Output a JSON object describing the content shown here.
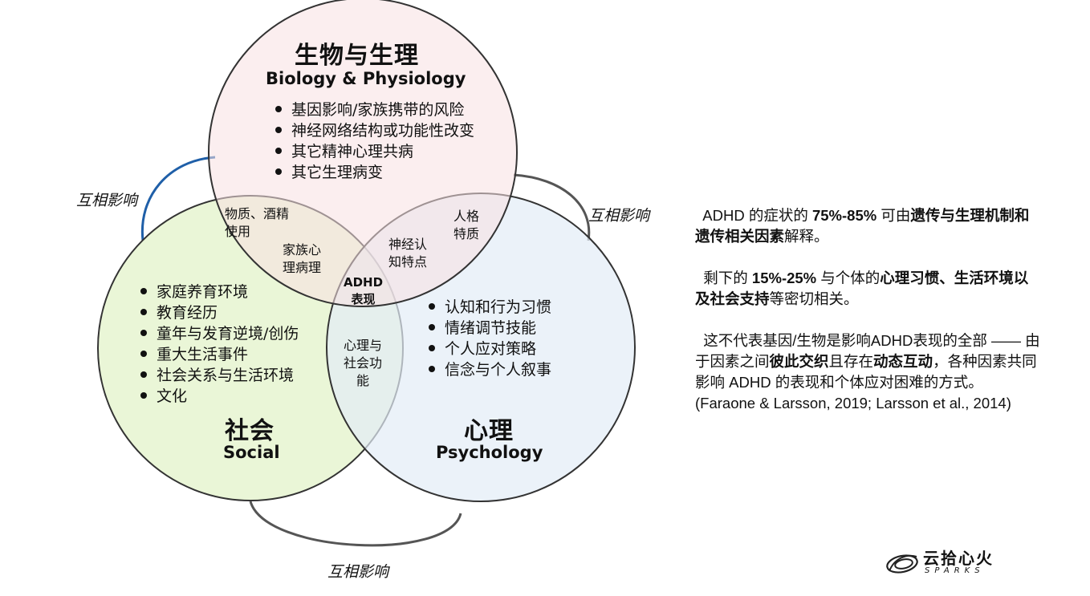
{
  "biology": {
    "title_cn": "生物与生理",
    "title_en": "Biology & Physiology",
    "items": [
      "基因影响/家族携带的风险",
      "神经网络结构或功能性改变",
      "其它精神心理共病",
      "其它生理病变"
    ]
  },
  "social": {
    "title_cn": "社会",
    "title_en": "Social",
    "items": [
      "家庭养育环境",
      "教育经历",
      "童年与发育逆境/创伤",
      "重大生活事件",
      "社会关系与生活环境",
      "文化"
    ]
  },
  "psychology": {
    "title_cn": "心理",
    "title_en": "Psychology",
    "items": [
      "认知和行为习惯",
      "情绪调节技能",
      "个人应对策略",
      "信念与个人叙事"
    ]
  },
  "overlaps": {
    "bio_social_a": [
      "物质、酒精",
      "使用"
    ],
    "bio_social_b": [
      "家族心",
      "理病理"
    ],
    "bio_psych_a": [
      "人格",
      "特质"
    ],
    "bio_psych_b": [
      "神经认",
      "知特点"
    ],
    "social_psych": [
      "心理与",
      "社会功",
      "能"
    ],
    "center": [
      "ADHD",
      "表现"
    ]
  },
  "interaction_label": "互相影响",
  "side_text": {
    "p1_a": "ADHD 的症状的 ",
    "p1_b": "75%-85%",
    "p1_c": " 可由",
    "p1_d": "遗传与生理机制和遗传相关因素",
    "p1_e": "解释。",
    "p2_a": "剩下的 ",
    "p2_b": "15%-25%",
    "p2_c": " 与个体的",
    "p2_d": "心理习惯、生活环境以及社会支持",
    "p2_e": "等密切相关。",
    "p3_a": "这不代表基因/生物是影响ADHD表现的全部 —— 由于因素之间",
    "p3_b": "彼此交织",
    "p3_c": "且存在",
    "p3_d": "动态互动",
    "p3_e": "，各种因素共同影响 ADHD 的表现和个体应对困难的方式。",
    "citation": "(Faraone & Larsson, 2019; Larsson et al., 2014)"
  },
  "logo": {
    "cn": "云拾心火",
    "en": "SPARKS"
  },
  "colors": {
    "biology_fill": "#f8e0e2",
    "social_fill": "#e6f4d0",
    "psychology_fill": "#e2ecf6",
    "circle_stroke": "#3a3a3a",
    "arc_blue": "#1f5fa8",
    "arc_gray": "#555555"
  }
}
